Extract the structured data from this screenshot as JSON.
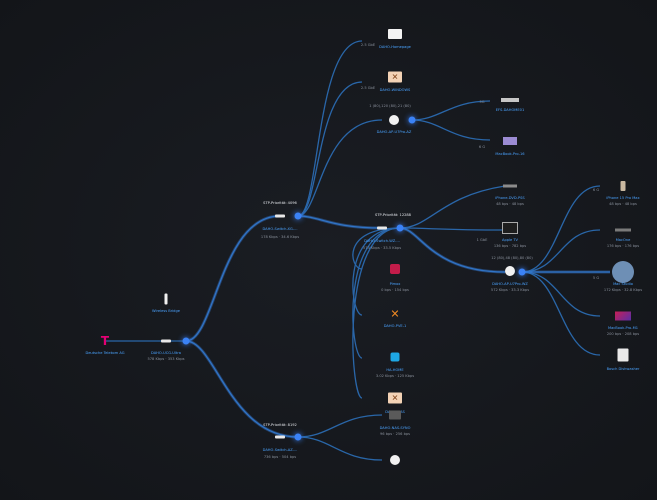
{
  "gateway": {
    "label": "Deutsche Telekom AG"
  },
  "wireless_bridge": {
    "label": "Wireless Bridge"
  },
  "udm": {
    "label": "DAHO-UCG-Ultra",
    "down": "578 Kbps",
    "up": "353 Kbps"
  },
  "switch1": {
    "stp": "STP-Priorität: 4096",
    "label": "DAHO-Switch-XG-...",
    "down": "178 Kbps",
    "up": "34.6 Kbps"
  },
  "switch2": {
    "stp": "STP-Priorität: 12288",
    "label": "DAHO-Switch-WZ-...",
    "down": "573 Kbps",
    "up": "33.5 Kbps"
  },
  "switch3": {
    "stp": "STP-Priorität: 8192",
    "label": "DAHO-Switch-AZ-...",
    "down": "736 bps",
    "up": "504 bps"
  },
  "ap1": {
    "label": "DAHO-AP-U7Pro-AZ",
    "ports": "1 (80),120 (80),21 (80)"
  },
  "ap2": {
    "label": "DAHO-AP-U7Pro-WZ",
    "down": "572 Kbps",
    "up": "33.3 Kbps",
    "ports": "12 (80),48 (80),80 (80)"
  },
  "clients_top": [
    {
      "name": "DAHO-Homepage",
      "port": "2.5 GbE"
    },
    {
      "name": "DAHO-WINDOWS",
      "port": "2.5 GbE"
    }
  ],
  "clients_mid": [
    {
      "name": "Pimox",
      "down": "0 bps",
      "up": "154 bps"
    },
    {
      "name": "DAHO-PVE-1"
    },
    {
      "name": "HA-HOME",
      "down": "3.02 Kbps",
      "up": "125 Kbps"
    },
    {
      "name": "DAHO-NAS"
    },
    {
      "name": "DAHO-NAS-SYNO",
      "down": "96 bps",
      "up": "256 bps"
    }
  ],
  "ap1_clients": [
    {
      "name": "EFS-DAHOME01",
      "band": "5G"
    },
    {
      "name": "MacBook-Pro-16",
      "band": "6 G"
    }
  ],
  "sw2_clients": [
    {
      "name": "iPhone-DVD-PSS",
      "down": "48 bps",
      "up": "48 bps"
    },
    {
      "name": "Apple TV",
      "down": "136 bps",
      "up": "782 bps",
      "port": "1 GbE"
    }
  ],
  "ap2_clients": [
    {
      "name": "iPhone 15 Pro Max",
      "down": "48 bps",
      "up": "48 bps",
      "band": "6 G"
    },
    {
      "name": "MacOne",
      "down": "176 bps",
      "up": "176 bps"
    },
    {
      "name": "Mac Studio",
      "down": "172 Kbps",
      "up": "32.8 Kbps",
      "band": "5 G"
    },
    {
      "name": "MacBook-Pro-M1",
      "down": "200 bps",
      "up": "208 bps"
    },
    {
      "name": "Bosch Dishwasher"
    }
  ]
}
